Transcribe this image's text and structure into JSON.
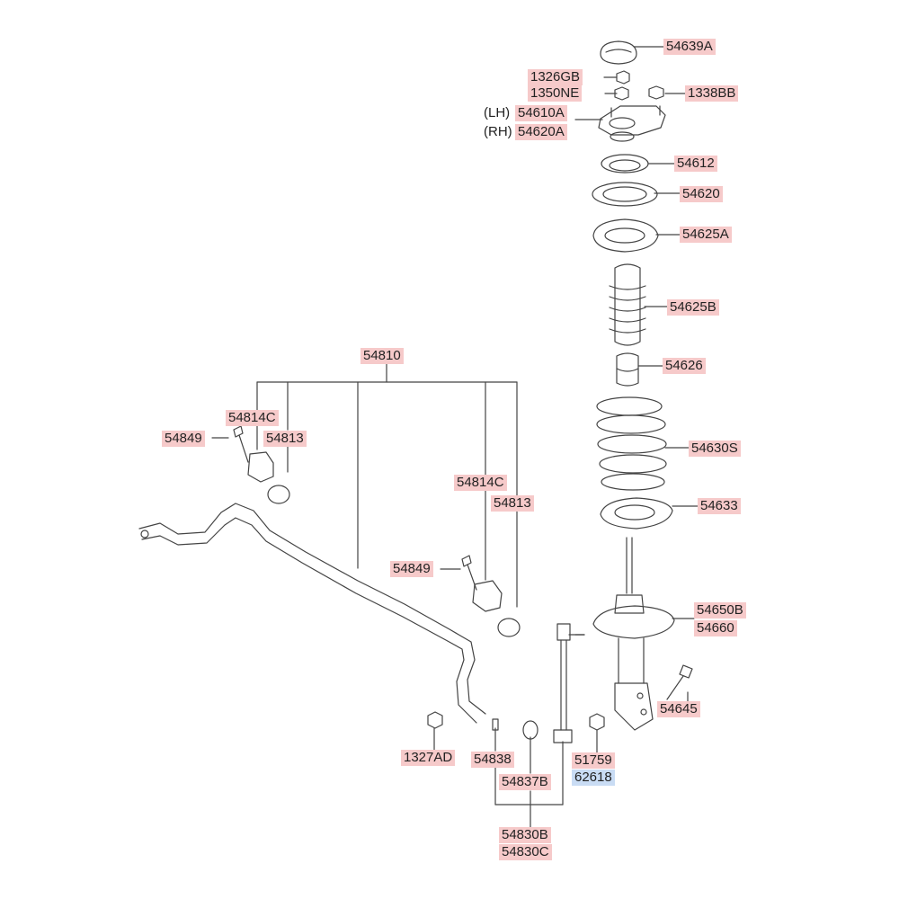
{
  "colors": {
    "label_bg": "#f6caca",
    "label_bg_highlight": "#c9dcf4",
    "line": "#444444"
  },
  "labels": {
    "p54639A": "54639A",
    "p1326GB": "1326GB",
    "p1350NE": "1350NE",
    "p1338BB": "1338BB",
    "lh_prefix": "(LH)",
    "p54610A": "54610A",
    "rh_prefix": "(RH)",
    "p54620A": "54620A",
    "p54612": "54612",
    "p54620": "54620",
    "p54625A": "54625A",
    "p54625B": "54625B",
    "p54626": "54626",
    "p54630S": "54630S",
    "p54633": "54633",
    "p54650B": "54650B",
    "p54660": "54660",
    "p54645": "54645",
    "p51759": "51759",
    "p62618": "62618",
    "p54810": "54810",
    "p54814C_a": "54814C",
    "p54813_a": "54813",
    "p54849_a": "54849",
    "p54814C_b": "54814C",
    "p54813_b": "54813",
    "p54849_b": "54849",
    "p1327AD": "1327AD",
    "p54838": "54838",
    "p54837B": "54837B",
    "p54830B": "54830B",
    "p54830C": "54830C"
  }
}
